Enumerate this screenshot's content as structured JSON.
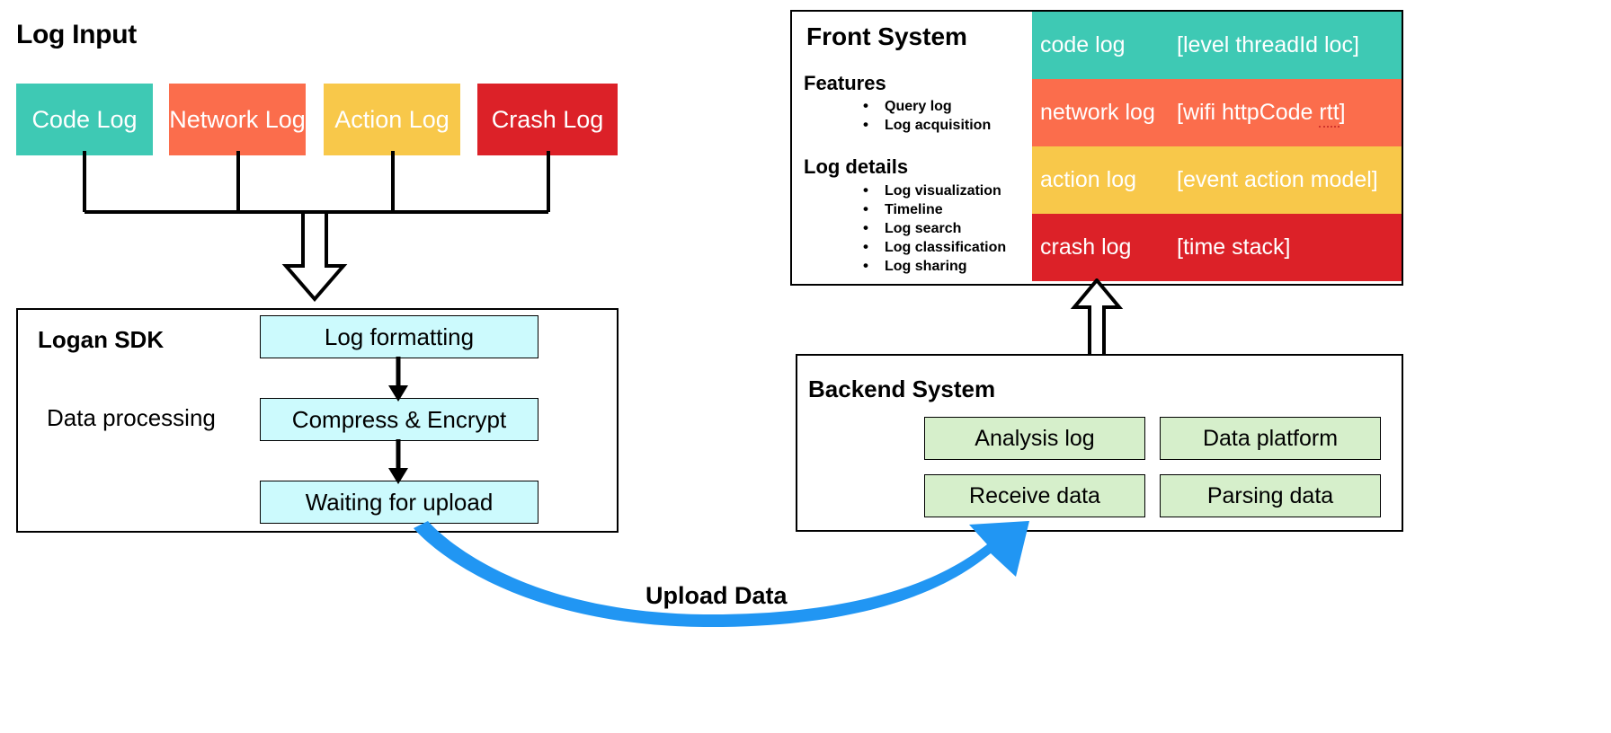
{
  "colors": {
    "teal": "#3EC9B4",
    "orange": "#FB6D4C",
    "yellow": "#F8C84A",
    "red": "#DC2128",
    "cyan_box": "#CCFAFD",
    "green_box": "#D6EFCB",
    "upload_blue": "#2196F3",
    "stroke": "#000000"
  },
  "log_input": {
    "title": "Log Input",
    "chips": [
      {
        "label": "Code Log",
        "color": "#3EC9B4"
      },
      {
        "label": "Network Log",
        "color": "#FB6D4C"
      },
      {
        "label": "Action Log",
        "color": "#F8C84A"
      },
      {
        "label": "Crash Log",
        "color": "#DC2128"
      }
    ]
  },
  "logan_sdk": {
    "title": "Logan SDK",
    "subtitle": "Data processing",
    "steps": [
      {
        "label": "Log formatting"
      },
      {
        "label": "Compress & Encrypt"
      },
      {
        "label": "Waiting for upload"
      }
    ]
  },
  "front_system": {
    "title": "Front System",
    "sections": [
      {
        "heading": "Features",
        "items": [
          "Query log",
          "Log acquisition"
        ]
      },
      {
        "heading": "Log details",
        "items": [
          "Log visualization",
          "Timeline",
          "Log search",
          "Log classification",
          "Log sharing"
        ]
      }
    ],
    "rows": [
      {
        "name": "code log",
        "tags": "[level threadId loc]",
        "color": "#3EC9B4"
      },
      {
        "name": "network log",
        "tags_pre": "[wifi httpCode ",
        "tags_spell": "rtt",
        "tags_post": "]",
        "color": "#FB6D4C"
      },
      {
        "name": "action log",
        "tags": "[event action model]",
        "color": "#F8C84A"
      },
      {
        "name": "crash log",
        "tags": "[time stack]",
        "color": "#DC2128"
      }
    ]
  },
  "backend_system": {
    "title": "Backend System",
    "boxes": [
      {
        "label": "Analysis log"
      },
      {
        "label": "Data platform"
      },
      {
        "label": "Receive data"
      },
      {
        "label": "Parsing data"
      }
    ]
  },
  "upload": {
    "label": "Upload Data"
  }
}
